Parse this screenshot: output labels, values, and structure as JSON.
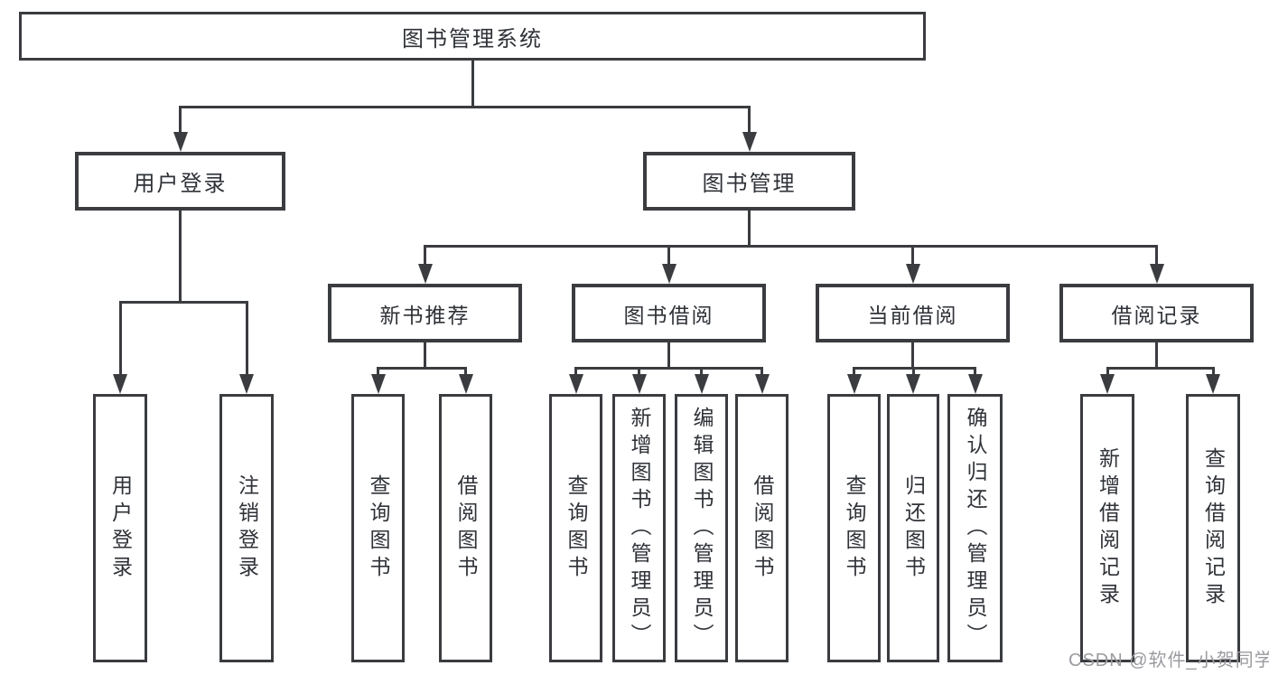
{
  "diagram": {
    "colors": {
      "line": "#3a3c3f",
      "text": "#2f3237",
      "watermark": "#9b9ba0",
      "background": "#ffffff"
    },
    "watermark": "CSDN @软件_小贺同学",
    "root": {
      "id": "root",
      "label": "图书管理系统",
      "children": [
        {
          "id": "user-login",
          "label": "用户登录",
          "children": [
            {
              "id": "user-login-leaf",
              "label": "用户登录"
            },
            {
              "id": "logout",
              "label": "注销登录"
            }
          ]
        },
        {
          "id": "book-mgmt",
          "label": "图书管理",
          "children": [
            {
              "id": "new-book-rec",
              "label": "新书推荐",
              "children": [
                {
                  "id": "nbr-query",
                  "label": "查询图书"
                },
                {
                  "id": "nbr-borrow",
                  "label": "借阅图书"
                }
              ]
            },
            {
              "id": "book-borrow",
              "label": "图书借阅",
              "children": [
                {
                  "id": "bb-query",
                  "label": "查询图书"
                },
                {
                  "id": "bb-add",
                  "label": "新增图书（管理员）"
                },
                {
                  "id": "bb-edit",
                  "label": "编辑图书（管理员）"
                },
                {
                  "id": "bb-borrow",
                  "label": "借阅图书"
                }
              ]
            },
            {
              "id": "current-borrow",
              "label": "当前借阅",
              "children": [
                {
                  "id": "cb-query",
                  "label": "查询图书"
                },
                {
                  "id": "cb-return",
                  "label": "归还图书"
                },
                {
                  "id": "cb-confirm",
                  "label": "确认归还（管理员）"
                }
              ]
            },
            {
              "id": "borrow-records",
              "label": "借阅记录",
              "children": [
                {
                  "id": "br-add",
                  "label": "新增借阅记录"
                },
                {
                  "id": "br-query",
                  "label": "查询借阅记录"
                }
              ]
            }
          ]
        }
      ]
    }
  }
}
